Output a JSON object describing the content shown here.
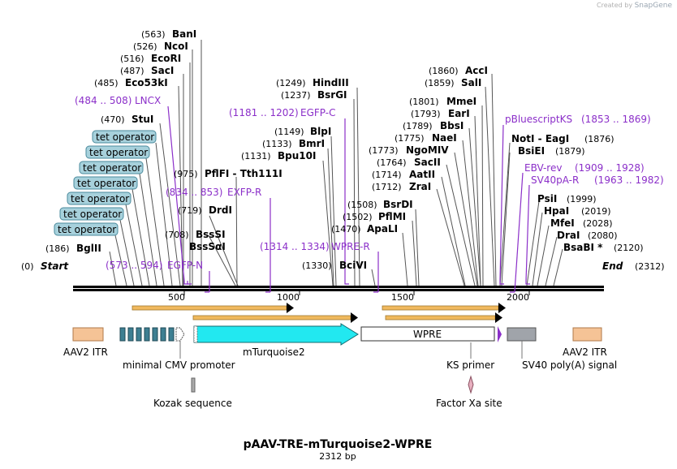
{
  "header": {
    "credit": "Created by",
    "brand": "SnapGene"
  },
  "title": "pAAV-TRE-mTurquoise2-WPRE",
  "length_label": "2312 bp",
  "ends": {
    "start_pos": "(0)",
    "start": "Start",
    "end": "End",
    "end_pos": "(2312)"
  },
  "ruler_ticks": [
    "500",
    "1000",
    "1500",
    "2000"
  ],
  "enzymes": [
    {
      "pos": "(563)",
      "name": "BanI"
    },
    {
      "pos": "(526)",
      "name": "NcoI"
    },
    {
      "pos": "(516)",
      "name": "EcoRI"
    },
    {
      "pos": "(487)",
      "name": "SacI"
    },
    {
      "pos": "(485)",
      "name": "Eco53kI"
    },
    {
      "pos": "(470)",
      "name": "StuI"
    },
    {
      "pos": "(975)",
      "name": "PflFI  -  Tth111I"
    },
    {
      "pos": "(719)",
      "name": "DrdI"
    },
    {
      "pos": "(708)",
      "name": "BssSI"
    },
    {
      "pos": "",
      "name": "BssSαI"
    },
    {
      "pos": "(186)",
      "name": "BglII"
    },
    {
      "pos": "(1249)",
      "name": "HindIII"
    },
    {
      "pos": "(1237)",
      "name": "BsrGI"
    },
    {
      "pos": "(1149)",
      "name": "BlpI"
    },
    {
      "pos": "(1133)",
      "name": "BmrI"
    },
    {
      "pos": "(1131)",
      "name": "Bpu10I"
    },
    {
      "pos": "(1508)",
      "name": "BsrDI"
    },
    {
      "pos": "(1502)",
      "name": "PflMI"
    },
    {
      "pos": "(1470)",
      "name": "ApaLI"
    },
    {
      "pos": "(1330)",
      "name": "BciVI"
    },
    {
      "pos": "(1860)",
      "name": "AccI"
    },
    {
      "pos": "(1859)",
      "name": "SalI"
    },
    {
      "pos": "(1801)",
      "name": "MmeI"
    },
    {
      "pos": "(1793)",
      "name": "EarI"
    },
    {
      "pos": "(1789)",
      "name": "BbsI"
    },
    {
      "pos": "(1775)",
      "name": "NaeI"
    },
    {
      "pos": "(1773)",
      "name": "NgoMIV"
    },
    {
      "pos": "(1764)",
      "name": "SacII"
    },
    {
      "pos": "(1714)",
      "name": "AatII"
    },
    {
      "pos": "(1712)",
      "name": "ZraI"
    },
    {
      "pos": "(1876)",
      "name": "NotI  -  EagI"
    },
    {
      "pos": "(1879)",
      "name": "BsiEI"
    },
    {
      "pos": "(1999)",
      "name": "PsiI"
    },
    {
      "pos": "(2019)",
      "name": "HpaI"
    },
    {
      "pos": "(2028)",
      "name": "MfeI"
    },
    {
      "pos": "(2080)",
      "name": "DraI"
    },
    {
      "pos": "(2120)",
      "name": "BsaBI *"
    }
  ],
  "primers": [
    {
      "name": "LNCX",
      "range": "(484 .. 508)"
    },
    {
      "name": "EGFP-C",
      "range": "(1181 .. 1202)"
    },
    {
      "name": "EXFP-R",
      "range": "(834 .. 853)"
    },
    {
      "name": "WPRE-R",
      "range": "(1314 .. 1334)"
    },
    {
      "name": "EGFP-N",
      "range": "(573 .. 594)"
    },
    {
      "name": "pBluescriptKS",
      "range": "(1853 .. 1869)"
    },
    {
      "name": "EBV-rev",
      "range": "(1909 .. 1928)"
    },
    {
      "name": "SV40pA-R",
      "range": "(1963 .. 1982)"
    }
  ],
  "operator_label": "tet operator",
  "features": {
    "aav2_itr_left": "AAV2 ITR",
    "min_cmv": "minimal CMV promoter",
    "mturquoise2": "mTurquoise2",
    "wpre_box": "WPRE",
    "ks_primer": "KS primer",
    "sv40": "SV40 poly(A) signal",
    "aav2_itr_right": "AAV2 ITR",
    "kozak": "Kozak sequence",
    "factor_xa": "Factor Xa site"
  },
  "colors": {
    "itr": "#f5c396",
    "operator": "#3d7f92",
    "operator_label_bg": "#a7d1dc",
    "mturquoise2": "#22e8f0",
    "primer_text": "#8b2fc9",
    "orf_arrow": "#f0b95e",
    "sv40": "#a0a4aa"
  }
}
